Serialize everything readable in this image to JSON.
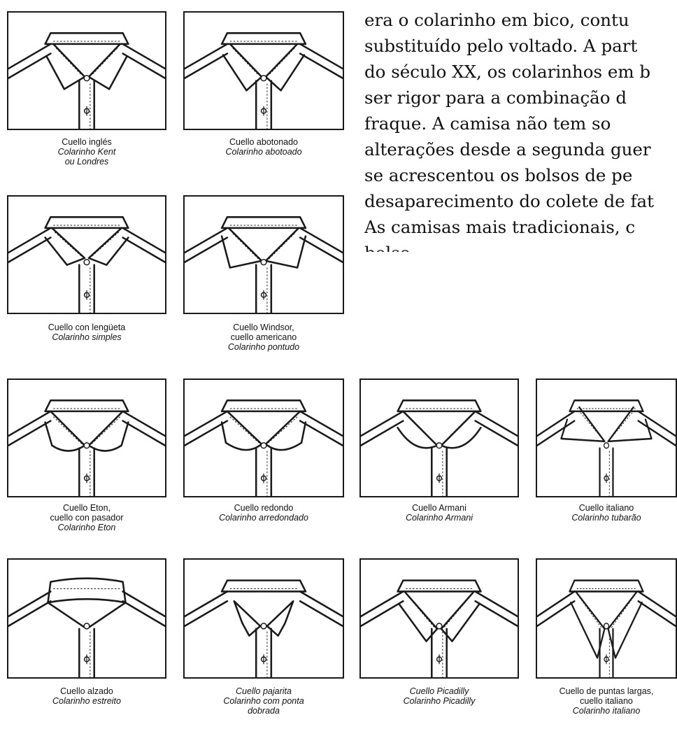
{
  "paragraph_lines": [
    "era o colarinho em bico, contu",
    "substituído pelo voltado. A part",
    "do século XX, os colarinhos em b",
    "ser rigor para a combinação d",
    "fraque. A camisa não tem so",
    "alterações desde a segunda guer",
    "se acrescentou os bolsos de pe",
    "desaparecimento do colete de fat",
    "As camisas mais tradicionais, c",
    "bolso."
  ],
  "collars": [
    {
      "es": [
        "Cuello inglés"
      ],
      "pt": [
        "Colarinho Kent",
        "ou Londres"
      ],
      "style": "kent"
    },
    {
      "es": [
        "Cuello abotonado"
      ],
      "pt": [
        "Colarinho abotoado"
      ],
      "style": "buttondown"
    },
    {
      "es": [
        "Cuello con lengüeta"
      ],
      "pt": [
        "Colarinho simples"
      ],
      "style": "tab"
    },
    {
      "es": [
        "Cuello Windsor,",
        "cuello americano"
      ],
      "pt": [
        "Colarinho pontudo"
      ],
      "style": "windsor"
    },
    {
      "es": [
        "Cuello Eton,",
        "cuello con pasador"
      ],
      "pt": [
        "Colarinho Eton"
      ],
      "style": "eton"
    },
    {
      "es": [
        "Cuello redondo"
      ],
      "pt": [
        "Colarinho arredondado"
      ],
      "style": "round"
    },
    {
      "es": [
        "Cuello Armani"
      ],
      "pt": [
        "Colarinho Armani"
      ],
      "style": "armani"
    },
    {
      "es": [
        "Cuello italiano"
      ],
      "pt": [
        "Colarinho tubarão"
      ],
      "style": "italian"
    },
    {
      "es": [
        "Cuello alzado"
      ],
      "pt": [
        "Colarinho estreito"
      ],
      "style": "stand"
    },
    {
      "es": [],
      "pt": [
        "Cuello pajarita",
        "Colarinho com ponta",
        "dobrada"
      ],
      "style": "wing"
    },
    {
      "es": [],
      "pt": [
        "Cuello Picadilly",
        "Colarinho Picadilly"
      ],
      "style": "picadilly"
    },
    {
      "es": [
        "Cuello de puntas largas,",
        "cuello italiano"
      ],
      "pt": [
        "Colarinho italiano"
      ],
      "style": "longpoint"
    }
  ]
}
